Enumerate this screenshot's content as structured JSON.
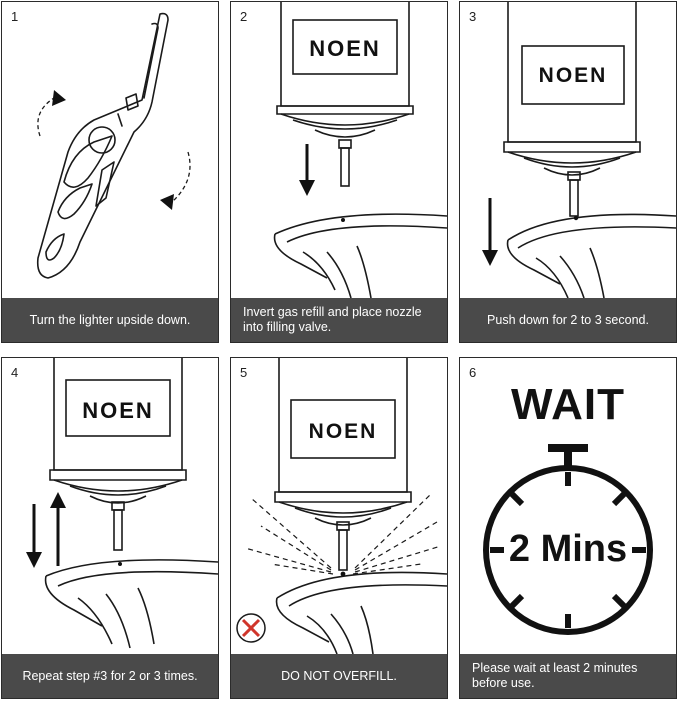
{
  "brand": {
    "name": "NOEN"
  },
  "panels": [
    {
      "number": "1",
      "caption": "Turn the lighter upside down."
    },
    {
      "number": "2",
      "caption": "Invert gas refill and place nozzle into filling valve."
    },
    {
      "number": "3",
      "caption": "Push down for 2 to 3 second."
    },
    {
      "number": "4",
      "caption": "Repeat step #3 for 2 or 3 times."
    },
    {
      "number": "5",
      "caption": "DO NOT OVERFILL."
    },
    {
      "number": "6",
      "caption": "Please wait at least 2 minutes before use."
    }
  ],
  "wait": {
    "title": "WAIT",
    "timer_text": "2 Mins"
  },
  "icons": {
    "rotate": "rotate-arrow-icon",
    "down": "down-arrow-icon",
    "updown": "up-down-arrows-icon",
    "no": "red-x-icon",
    "stopwatch": "stopwatch-icon"
  },
  "colors": {
    "caption_bg": "#4a4a4a",
    "caption_text": "#ffffff",
    "warning": "#d0352b",
    "line": "#1a1a1a"
  }
}
